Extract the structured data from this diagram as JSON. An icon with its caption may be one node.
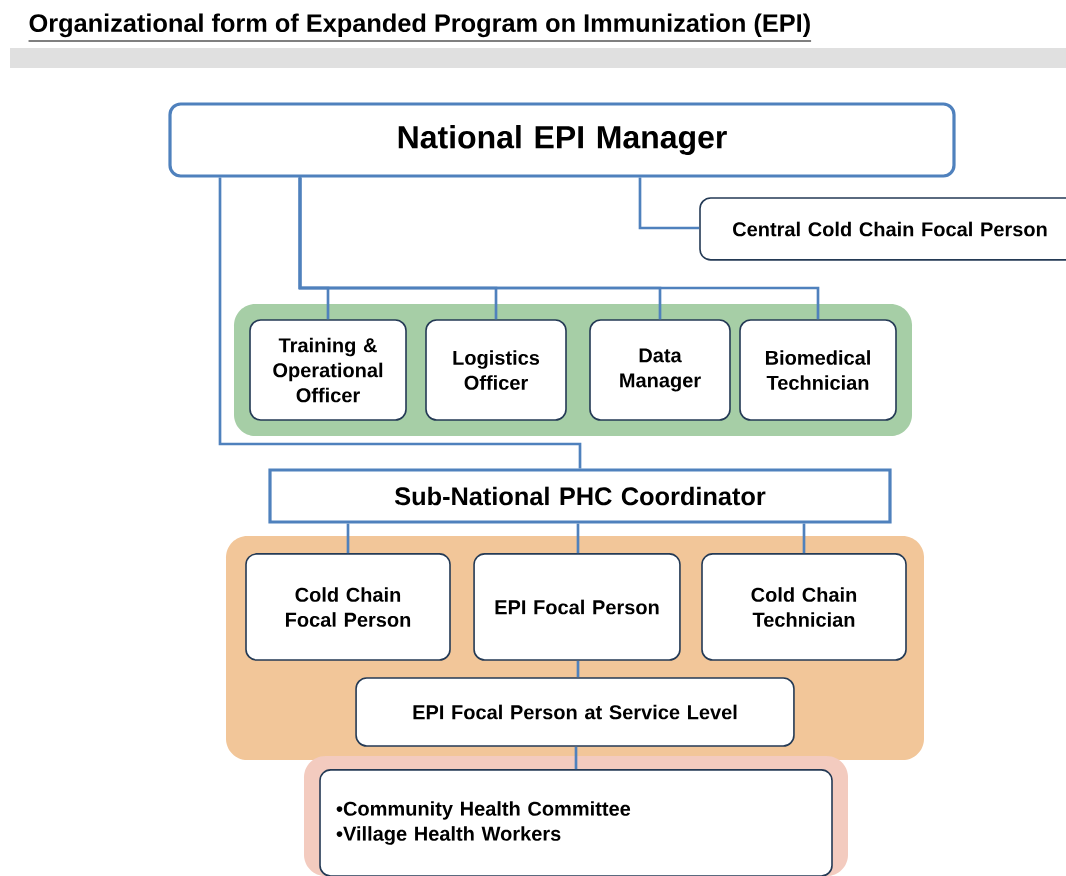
{
  "diagram": {
    "title": "Organizational form of Expanded Program on Immunization (EPI)",
    "nodes": [
      {
        "text": [
          "National EPI Manager"
        ]
      },
      {
        "text": [
          "Central Cold Chain Focal Person"
        ]
      },
      {
        "text": [
          "Training & Operational Officer"
        ]
      },
      {
        "text": [
          "Logistics Officer"
        ]
      },
      {
        "text": [
          "Data Manager"
        ]
      },
      {
        "text": [
          "Biomedical Technician"
        ]
      },
      {
        "text": [
          "Sub-National PHC Coordinator"
        ]
      },
      {
        "text": [
          "Cold Chain Focal Person"
        ]
      },
      {
        "text": [
          "EPI Focal Person"
        ]
      },
      {
        "text": [
          "Cold Chain Technician"
        ]
      },
      {
        "text": [
          "EPI Focal Person at Service Level"
        ]
      },
      {
        "text": [
          "•Community Health Committee",
          "•Village Health Workers"
        ]
      }
    ],
    "edges": [
      {
        "from": 0,
        "to": 1,
        "arrow": "none"
      },
      {
        "from": 0,
        "to": 2,
        "arrow": "none"
      },
      {
        "from": 0,
        "to": 3,
        "arrow": "none"
      },
      {
        "from": 0,
        "to": 4,
        "arrow": "none"
      },
      {
        "from": 0,
        "to": 5,
        "arrow": "none"
      },
      {
        "from": 0,
        "to": 6,
        "arrow": "none"
      },
      {
        "from": 6,
        "to": 7,
        "arrow": "none"
      },
      {
        "from": 6,
        "to": 8,
        "arrow": "none"
      },
      {
        "from": 6,
        "to": 9,
        "arrow": "none"
      },
      {
        "from": 8,
        "to": 10,
        "arrow": "none"
      },
      {
        "from": 10,
        "to": 11,
        "arrow": "none"
      }
    ]
  }
}
